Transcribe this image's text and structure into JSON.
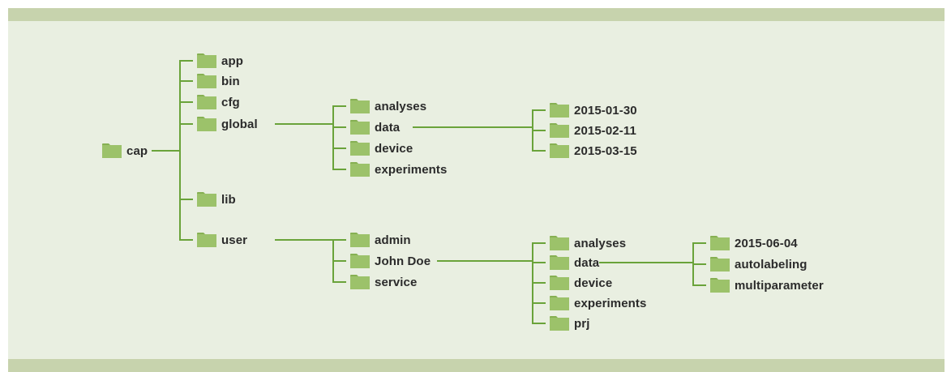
{
  "colors": {
    "background": "#e9efe1",
    "band": "#c7d3ad",
    "connector": "#6aa33a",
    "folder": "#9cc26a",
    "folder_tab": "#86b052",
    "label": "#2b2b2b"
  },
  "icon": "folder-icon",
  "tree": {
    "label": "cap",
    "children": [
      {
        "label": "app"
      },
      {
        "label": "bin"
      },
      {
        "label": "cfg"
      },
      {
        "label": "global",
        "children": [
          {
            "label": "analyses"
          },
          {
            "label": "data",
            "children": [
              {
                "label": "2015-01-30"
              },
              {
                "label": "2015-02-11"
              },
              {
                "label": "2015-03-15"
              }
            ]
          },
          {
            "label": "device"
          },
          {
            "label": "experiments"
          }
        ]
      },
      {
        "label": "lib"
      },
      {
        "label": "user",
        "children": [
          {
            "label": "admin"
          },
          {
            "label": "John Doe",
            "children": [
              {
                "label": "analyses"
              },
              {
                "label": "data",
                "children": [
                  {
                    "label": "2015-06-04"
                  },
                  {
                    "label": "autolabeling"
                  },
                  {
                    "label": "multiparameter"
                  }
                ]
              },
              {
                "label": "device"
              },
              {
                "label": "experiments"
              },
              {
                "label": "prj"
              }
            ]
          },
          {
            "label": "service"
          }
        ]
      }
    ]
  }
}
